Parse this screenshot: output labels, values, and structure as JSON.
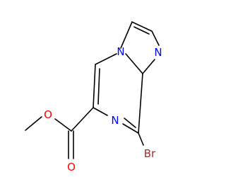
{
  "molecule": {
    "atoms": [
      {
        "id": "n1",
        "symbol": "N",
        "color": "#0000ff"
      },
      {
        "id": "n2",
        "symbol": "N",
        "color": "#0000ff"
      },
      {
        "id": "n3",
        "symbol": "N",
        "color": "#0000ff"
      },
      {
        "id": "o1",
        "symbol": "O",
        "color": "#ff0000"
      },
      {
        "id": "o2",
        "symbol": "O",
        "color": "#ff0000"
      },
      {
        "id": "br",
        "symbol": "Br",
        "color": "#a52a2a"
      }
    ],
    "bond_color": "#000000"
  }
}
